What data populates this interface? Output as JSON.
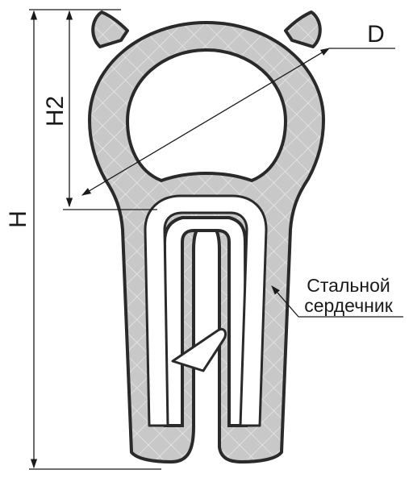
{
  "diagram": {
    "labels": {
      "overall_height": "H",
      "bulb_height": "H2",
      "diameter": "D",
      "core_line1": "Стальной",
      "core_line2": "сердечник"
    },
    "colors": {
      "profile_fill": "#c8c8c8",
      "hatch": "#ededed",
      "outline": "#2a2a2a",
      "background": "#ffffff"
    }
  }
}
